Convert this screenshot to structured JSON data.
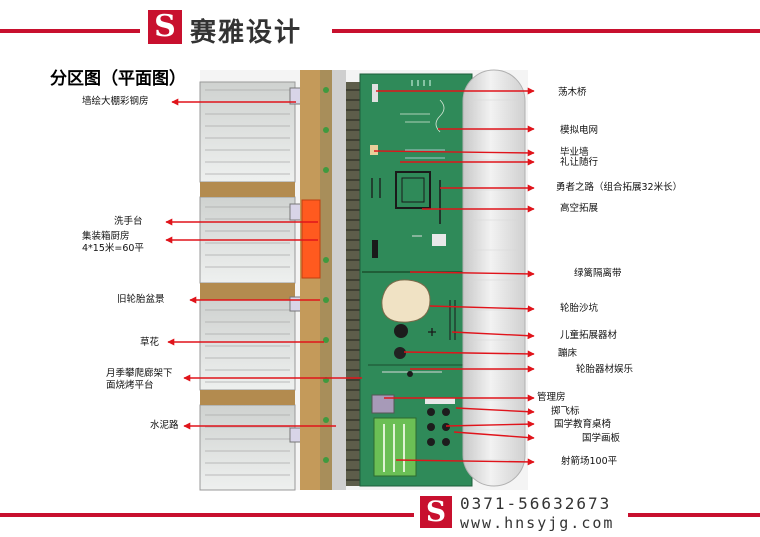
{
  "header": {
    "logo_letter": "S",
    "brand": "赛雅设计"
  },
  "page_title": "分区图（平面图）",
  "labels_left": [
    "墙绘大棚彩钢房",
    "洗手台",
    "集装箱厨房",
    "4*15米=60平",
    "旧轮胎盆景",
    "草花",
    "月季攀爬廊架下",
    "面烧烤平台",
    "水泥路"
  ],
  "labels_right": [
    "荡木桥",
    "模拟电网",
    "毕业墙",
    "礼让随行",
    "勇者之路（组合拓展32米长）",
    "高空拓展",
    "绿篱隔离带",
    "轮胎沙坑",
    "儿童拓展器材",
    "蹦床",
    "轮胎器材娱乐",
    "管理房",
    "掷飞标",
    "国学教育桌椅",
    "国学画板",
    "射箭场100平"
  ],
  "footer": {
    "phone": "0371-56632673",
    "website": "www.hnsyjg.com"
  },
  "colors": {
    "brand_red": "#c8102e",
    "field_green": "#2f8a59",
    "arrow_red": "#e0141b",
    "orange": "#ff5a1f"
  }
}
